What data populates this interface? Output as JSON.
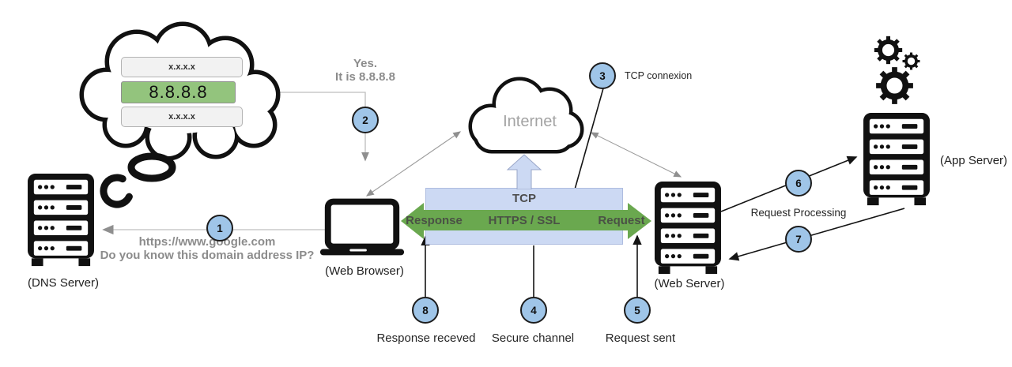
{
  "thought_cloud": {
    "rows": [
      {
        "value": "x.x.x.x"
      },
      {
        "value": "8.8.8.8"
      },
      {
        "value": "x.x.x.x"
      }
    ]
  },
  "answer_text": {
    "line1": "Yes.",
    "line2": "It is 8.8.8.8"
  },
  "query_text": {
    "line1": "https://www.google.com",
    "line2": "Do you know this domain address IP?"
  },
  "nodes": {
    "dns_server": {
      "label": "(DNS Server)"
    },
    "web_browser": {
      "label": "(Web Browser)"
    },
    "internet": {
      "label": "Internet"
    },
    "web_server": {
      "label": "(Web Server)"
    },
    "app_server": {
      "label": "(App Server)"
    }
  },
  "tcp_channel": {
    "box_label": "TCP",
    "left_label": "Response",
    "center_label": "HTTPS / SSL",
    "right_label": "Request"
  },
  "steps": [
    {
      "number": "1"
    },
    {
      "number": "2"
    },
    {
      "number": "3",
      "label": "TCP connexion"
    },
    {
      "number": "4",
      "label": "Secure channel"
    },
    {
      "number": "5",
      "label": "Request sent"
    },
    {
      "number": "6"
    },
    {
      "number": "7"
    },
    {
      "number": "8",
      "label": "Response receved"
    }
  ],
  "request_processing": {
    "label": "Request Processing"
  },
  "colors": {
    "step_circle_fill": "#9fc5e8",
    "green_arrow": "#6aa84f",
    "tcp_box": "#ccd9f3",
    "ip_highlight": "#93c47d"
  }
}
